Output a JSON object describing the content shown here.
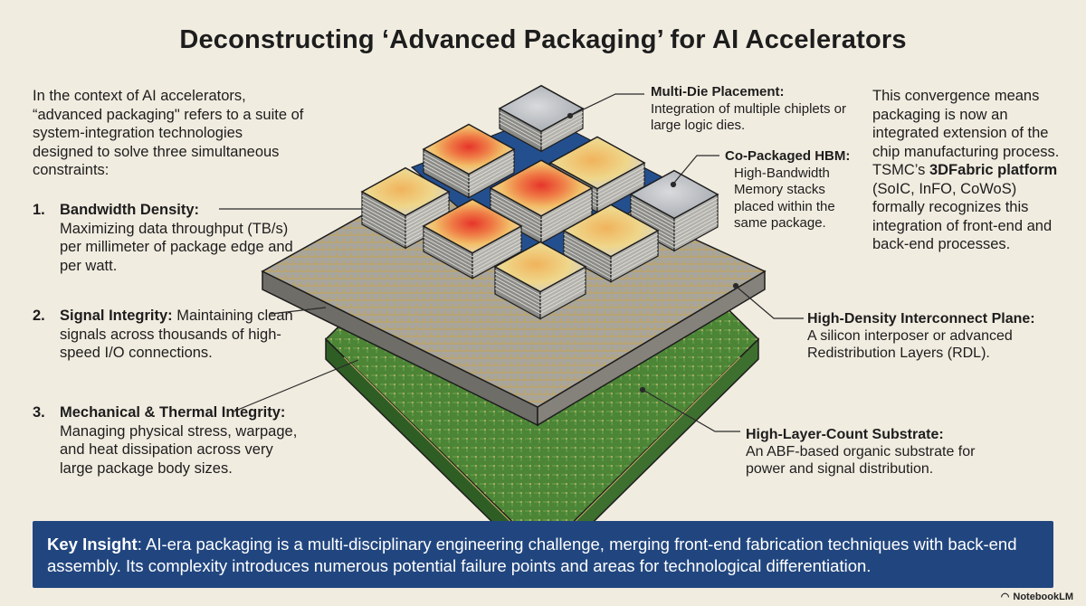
{
  "title": "Deconstructing ‘Advanced Packaging’ for AI Accelerators",
  "intro": "In the context of AI accelerators, “advanced packaging\" refers to a suite of system-integration technologies designed to solve three simultaneous constraints:",
  "constraints": [
    {
      "num": "1.",
      "head": "Bandwidth Density:",
      "text": "Maximizing data throughput (TB/s) per millimeter of package edge and per watt."
    },
    {
      "num": "2.",
      "head": "Signal Integrity:",
      "text": "Maintaining clean signals across thousands of high-speed I/O connections."
    },
    {
      "num": "3.",
      "head": "Mechanical & Thermal Integrity:",
      "text": "Managing physical stress, warpage, and heat dissipation across very large package body sizes."
    }
  ],
  "callouts": {
    "multi_die": {
      "head": "Multi-Die Placement:",
      "text": "Integration of multiple chiplets or large logic dies."
    },
    "hbm": {
      "head": "Co-Packaged HBM:",
      "text": "High-Bandwidth Memory stacks placed within the same package."
    },
    "interconnect": {
      "head": "High-Density Interconnect Plane:",
      "text": "A silicon interposer or advanced Redistribution Layers (RDL)."
    },
    "substrate": {
      "head": "High-Layer-Count Substrate:",
      "text": "An ABF-based organic substrate for power and signal distribution."
    }
  },
  "convergence": {
    "before": "This convergence means packaging is now an integrated extension of the chip manufacturing process. TSMC’s",
    "bold": "3DFabric platform",
    "after": "(SoIC, InFO, CoWoS) formally recognizes this integration of front-end and back-end processes."
  },
  "insight": {
    "label": "Key Insight",
    "text": ": AI-era packaging is a multi-disciplinary engineering challenge, merging front-end fabrication techniques with back-end assembly. Its complexity introduces numerous potential failure points and areas for technological differentiation."
  },
  "brand": "NotebookLM",
  "colors": {
    "insight_bg": "#21467f",
    "substrate": "#4f8a3a",
    "interposer": "#9c9a94",
    "hot": "#e8402e"
  }
}
